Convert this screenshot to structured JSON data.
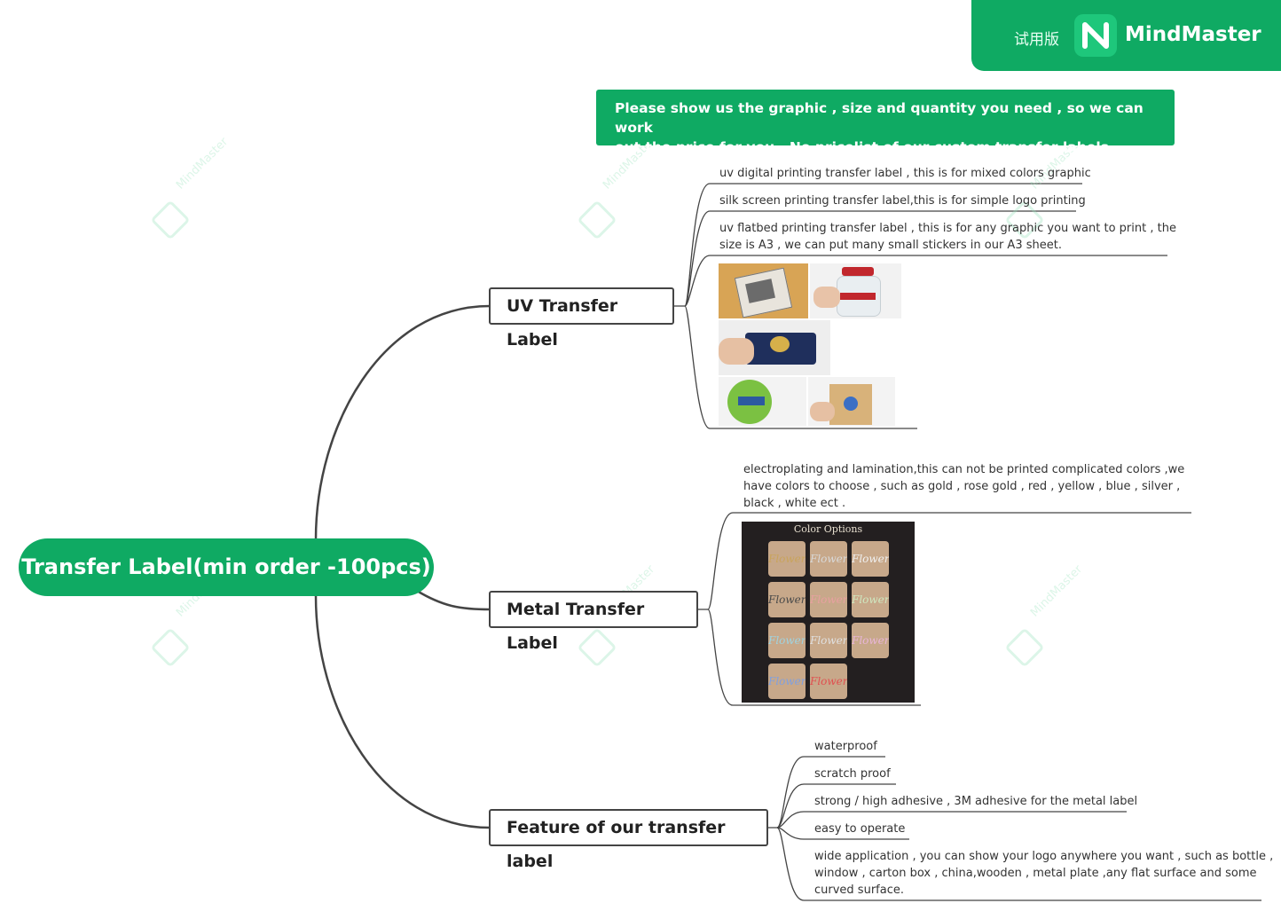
{
  "badge": {
    "trial_label": "试用版",
    "brand_name": "MindMaster"
  },
  "watermark_text": "MindMaster",
  "note": {
    "line1": "Please show us the graphic , size and quantity you need , so we can work",
    "line2": "out the price for you . No pricelist of our custom transfer labels"
  },
  "root": {
    "label": "Transfer Label(min order -100pcs)"
  },
  "uv": {
    "label": "UV Transfer Label",
    "items": [
      "uv digital printing transfer label  , this is for mixed colors graphic",
      "silk screen printing transfer label,this is for simple logo printing",
      "uv flatbed printing transfer label , this is for any graphic you want to print , the",
      "size is A3 , we can put many small stickers in our A3 sheet."
    ]
  },
  "metal": {
    "label": "Metal Transfer Label",
    "desc": [
      "electroplating and lamination,this can not be printed complicated colors ,we",
      "have colors to choose , such as gold ,  rose gold , red , yellow , blue , silver ,",
      "black , white ect ."
    ],
    "image_title": "Color Options",
    "swatch_word": "Flower"
  },
  "feature": {
    "label": "Feature of our transfer label",
    "items": [
      "waterproof",
      "scratch proof",
      "strong / high adhesive , 3M adhesive for the metal label",
      "easy to operate"
    ],
    "last": [
      "wide application , you can show your logo anywhere you want , such as bottle ,",
      "window , carton box , china,wooden , metal plate ,any flat surface and some",
      "curved surface."
    ]
  },
  "colors": {
    "accent": "#0faa63",
    "line": "#444444"
  }
}
